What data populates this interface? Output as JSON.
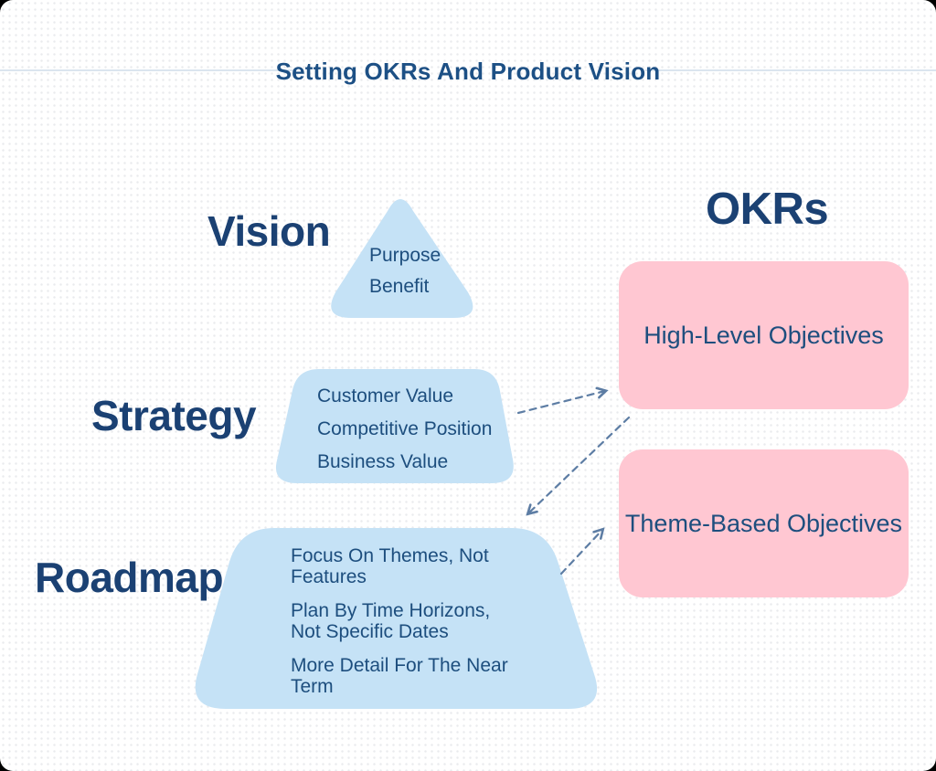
{
  "title": "Setting OKRs And Product Vision",
  "pyramid": {
    "levels": [
      {
        "label": "Vision",
        "items": [
          "Purpose",
          "Benefit"
        ]
      },
      {
        "label": "Strategy",
        "items": [
          "Customer Value",
          "Competitive Position",
          "Business Value"
        ]
      },
      {
        "label": "Roadmap",
        "items": [
          "Focus On Themes, Not Features",
          "Plan By Time Horizons, Not Specific Dates",
          "More Detail For The Near Term"
        ]
      }
    ]
  },
  "okrs": {
    "heading": "OKRs",
    "boxes": [
      {
        "label": "High-Level Objectives"
      },
      {
        "label": "Theme-Based Objectives"
      }
    ]
  },
  "connections": [
    {
      "from": "Strategy",
      "to": "High-Level Objectives"
    },
    {
      "from": "High-Level Objectives",
      "to": "Roadmap"
    },
    {
      "from": "Roadmap",
      "to": "Theme-Based Objectives"
    }
  ],
  "colors": {
    "shape_blue": "#c5e2f6",
    "box_pink": "#ffc7d2",
    "text_navy": "#1b4173",
    "text_body": "#1d4e7e",
    "title_blue": "#1d5085",
    "arrow": "#5d7da4",
    "divider": "#dbe5ef"
  }
}
